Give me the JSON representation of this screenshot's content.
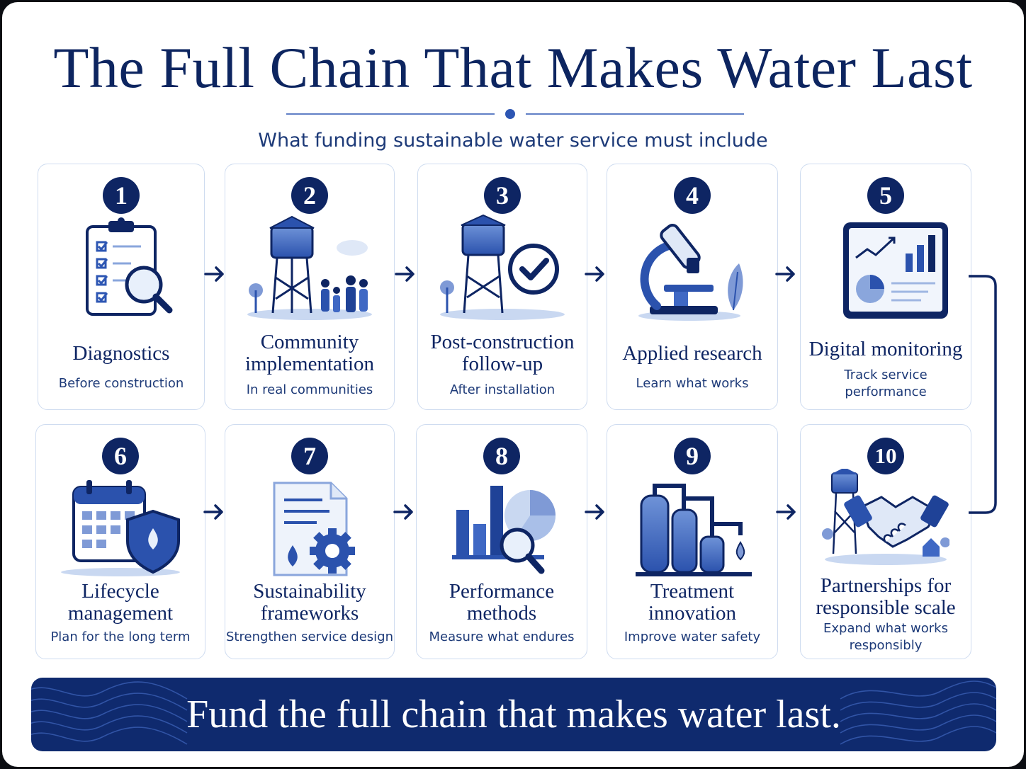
{
  "title": "The Full Chain That Makes Water Last",
  "subtitle": "What funding sustainable water service must include",
  "colors": {
    "navy": "#0e2563",
    "accent": "#2d56b3",
    "light": "#cfdcf0",
    "banner": "#0f2a6e"
  },
  "steps": [
    {
      "number": "1",
      "title_lines": [
        "Diagnostics"
      ],
      "subtitle_lines": [
        "Before construction"
      ],
      "icon": "clipboard-magnifier-icon"
    },
    {
      "number": "2",
      "title_lines": [
        "Community",
        "implementation"
      ],
      "subtitle_lines": [
        "In real communities"
      ],
      "icon": "water-tower-community-icon"
    },
    {
      "number": "3",
      "title_lines": [
        "Post-construction",
        "follow-up"
      ],
      "subtitle_lines": [
        "After installation"
      ],
      "icon": "water-tower-checkmark-icon"
    },
    {
      "number": "4",
      "title_lines": [
        "Applied research"
      ],
      "subtitle_lines": [
        "Learn what works"
      ],
      "icon": "microscope-icon"
    },
    {
      "number": "5",
      "title_lines": [
        "Digital monitoring"
      ],
      "subtitle_lines": [
        "Track service",
        "performance"
      ],
      "icon": "monitor-dashboard-icon"
    },
    {
      "number": "6",
      "title_lines": [
        "Lifecycle",
        "management"
      ],
      "subtitle_lines": [
        "Plan for the long term"
      ],
      "icon": "calendar-shield-icon"
    },
    {
      "number": "7",
      "title_lines": [
        "Sustainability",
        "frameworks"
      ],
      "subtitle_lines": [
        "Strengthen service design"
      ],
      "icon": "document-gear-icon"
    },
    {
      "number": "8",
      "title_lines": [
        "Performance",
        "methods"
      ],
      "subtitle_lines": [
        "Measure what endures"
      ],
      "icon": "chart-magnifier-icon"
    },
    {
      "number": "9",
      "title_lines": [
        "Treatment",
        "innovation"
      ],
      "subtitle_lines": [
        "Improve water safety"
      ],
      "icon": "treatment-tanks-icon"
    },
    {
      "number": "10",
      "title_lines": [
        "Partnerships for",
        "responsible scale"
      ],
      "subtitle_lines": [
        "Expand what works",
        "responsibly"
      ],
      "icon": "handshake-icon"
    }
  ],
  "banner": {
    "text": "Fund the full chain that makes water last."
  }
}
